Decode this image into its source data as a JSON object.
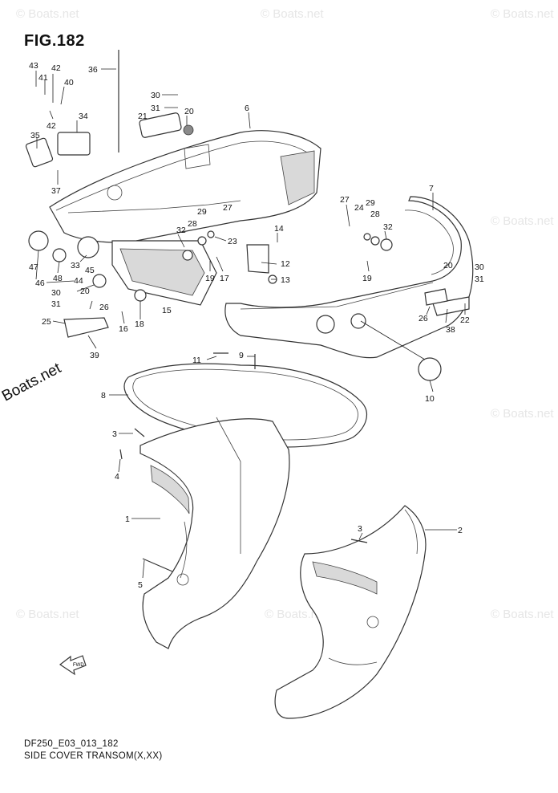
{
  "figure": {
    "title": "FIG.182",
    "code": "DF250_E03_013_182",
    "caption": "SIDE COVER TRANSOM(X,XX)"
  },
  "watermark": "© Boats.net",
  "parts": [
    {
      "id": "p43",
      "label": "43"
    },
    {
      "id": "p42a",
      "label": "42"
    },
    {
      "id": "p41",
      "label": "41"
    },
    {
      "id": "p40",
      "label": "40"
    },
    {
      "id": "p42b",
      "label": "42"
    },
    {
      "id": "p34",
      "label": "34"
    },
    {
      "id": "p35",
      "label": "35"
    },
    {
      "id": "p37",
      "label": "37"
    },
    {
      "id": "p36",
      "label": "36"
    },
    {
      "id": "p30a",
      "label": "30"
    },
    {
      "id": "p31a",
      "label": "31"
    },
    {
      "id": "p21",
      "label": "21"
    },
    {
      "id": "p20a",
      "label": "20"
    },
    {
      "id": "p6",
      "label": "6"
    },
    {
      "id": "p24",
      "label": "24"
    },
    {
      "id": "p27a",
      "label": "27"
    },
    {
      "id": "p29a",
      "label": "29"
    },
    {
      "id": "p28a",
      "label": "28"
    },
    {
      "id": "p32a",
      "label": "32"
    },
    {
      "id": "p7",
      "label": "7"
    },
    {
      "id": "p29b",
      "label": "29"
    },
    {
      "id": "p28b",
      "label": "28"
    },
    {
      "id": "p27b",
      "label": "27"
    },
    {
      "id": "p32b",
      "label": "32"
    },
    {
      "id": "p23",
      "label": "23"
    },
    {
      "id": "p14",
      "label": "14"
    },
    {
      "id": "p12",
      "label": "12"
    },
    {
      "id": "p13",
      "label": "13"
    },
    {
      "id": "p19a",
      "label": "19"
    },
    {
      "id": "p17",
      "label": "17"
    },
    {
      "id": "p19b",
      "label": "19"
    },
    {
      "id": "p20b",
      "label": "20"
    },
    {
      "id": "p30b",
      "label": "30"
    },
    {
      "id": "p31b",
      "label": "31"
    },
    {
      "id": "p47",
      "label": "47"
    },
    {
      "id": "p48",
      "label": "48"
    },
    {
      "id": "p33",
      "label": "33"
    },
    {
      "id": "p45",
      "label": "45"
    },
    {
      "id": "p46",
      "label": "46"
    },
    {
      "id": "p44",
      "label": "44"
    },
    {
      "id": "p20c",
      "label": "20"
    },
    {
      "id": "p30c",
      "label": "30"
    },
    {
      "id": "p31c",
      "label": "31"
    },
    {
      "id": "p26a",
      "label": "26"
    },
    {
      "id": "p25",
      "label": "25"
    },
    {
      "id": "p16",
      "label": "16"
    },
    {
      "id": "p18",
      "label": "18"
    },
    {
      "id": "p15",
      "label": "15"
    },
    {
      "id": "p39",
      "label": "39"
    },
    {
      "id": "p26b",
      "label": "26"
    },
    {
      "id": "p38",
      "label": "38"
    },
    {
      "id": "p22",
      "label": "22"
    },
    {
      "id": "p11",
      "label": "11"
    },
    {
      "id": "p9",
      "label": "9"
    },
    {
      "id": "p10",
      "label": "10"
    },
    {
      "id": "p8",
      "label": "8"
    },
    {
      "id": "p3a",
      "label": "3"
    },
    {
      "id": "p4",
      "label": "4"
    },
    {
      "id": "p1",
      "label": "1"
    },
    {
      "id": "p5",
      "label": "5"
    },
    {
      "id": "p3b",
      "label": "3"
    },
    {
      "id": "p2",
      "label": "2"
    }
  ],
  "fwd_label": "FWD"
}
